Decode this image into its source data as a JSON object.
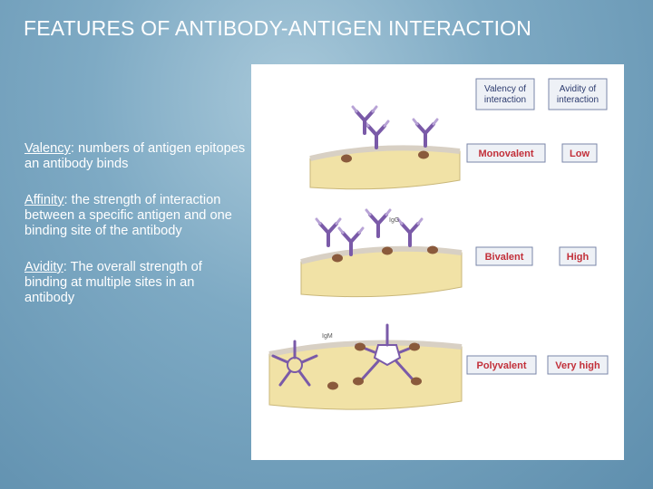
{
  "title": "FEATURES OF ANTIBODY-ANTIGEN INTERACTION",
  "bullets": [
    {
      "term": "Valency",
      "text": ": numbers of antigen epitopes an antibody binds"
    },
    {
      "term": "Affinity",
      "text": ": the strength of interaction between a specific antigen and one binding site of the antibody"
    },
    {
      "term": "Avidity",
      "text": ": The overall strength of binding at multiple sites in an antibody"
    }
  ],
  "figure": {
    "headers": {
      "valency": "Valency of interaction",
      "avidity": "Avidity of interaction"
    },
    "rows": [
      {
        "valency": "Monovalent",
        "avidity": "Low",
        "antibody": ""
      },
      {
        "valency": "Bivalent",
        "avidity": "High",
        "antibody": "IgG"
      },
      {
        "valency": "Polyvalent",
        "avidity": "Very high",
        "antibody": "IgM"
      }
    ],
    "colors": {
      "antibody": "#7a5aa8",
      "antigen": "#8a5a3c",
      "surface": "#f1e2a6",
      "label_text": "#c2303a"
    }
  }
}
